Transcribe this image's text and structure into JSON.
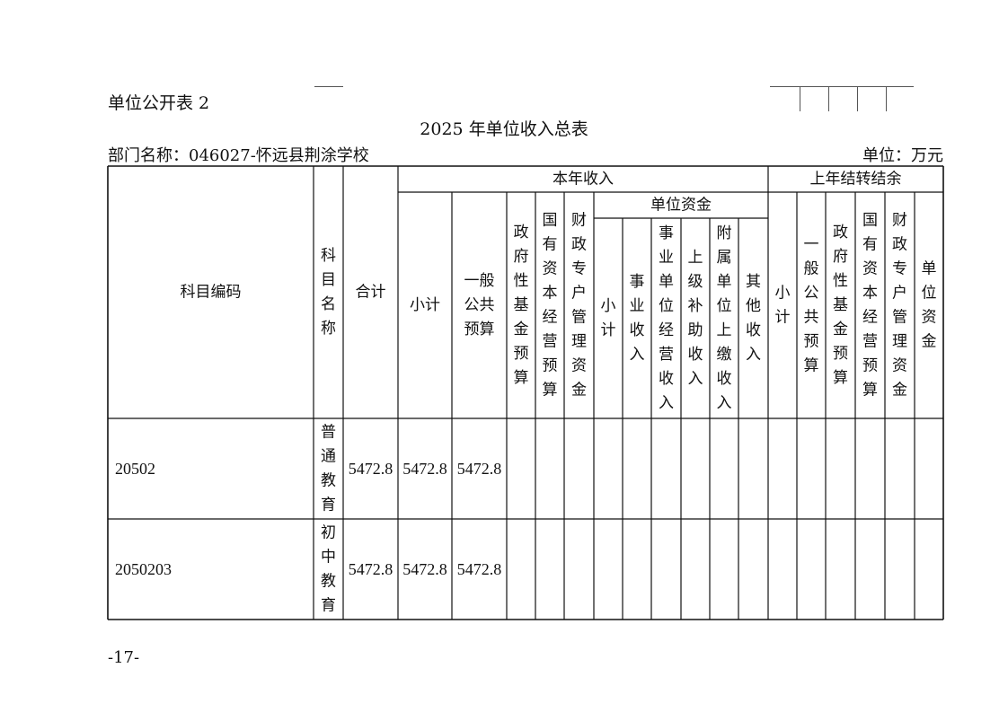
{
  "doc_label": "单位公开表 2",
  "title": "2025 年单位收入总表",
  "department": "部门名称：046027-怀远县荆涂学校",
  "unit": "单位：万元",
  "page_number": "-17-",
  "table": {
    "group_headers": {
      "current_year": "本年收入",
      "unit_funds": "单位资金",
      "prior_year": "上年结转结余"
    },
    "columns": [
      "科目编码",
      "科目名称",
      "合计",
      "小计",
      "一般公共预算",
      "政府性基金预算",
      "国有资本经营预算",
      "财政专户管理资金",
      "小计",
      "事业收入",
      "事业单位经营收入",
      "上级补助收入",
      "附属单位上缴收入",
      "其他收入",
      "小计",
      "一般公共预算",
      "政府性基金预算",
      "国有资本经营预算",
      "财政专户管理资金",
      "单位资金"
    ],
    "rows": [
      {
        "code": "20502",
        "name": "普通教育",
        "values": [
          "5472.8",
          "5472.8",
          "5472.8",
          "",
          "",
          "",
          "",
          "",
          "",
          "",
          "",
          "",
          "",
          "",
          "",
          "",
          "",
          ""
        ]
      },
      {
        "code": "2050203",
        "name": "初中教育",
        "values": [
          "5472.8",
          "5472.8",
          "5472.8",
          "",
          "",
          "",
          "",
          "",
          "",
          "",
          "",
          "",
          "",
          "",
          "",
          "",
          "",
          ""
        ]
      }
    ]
  }
}
